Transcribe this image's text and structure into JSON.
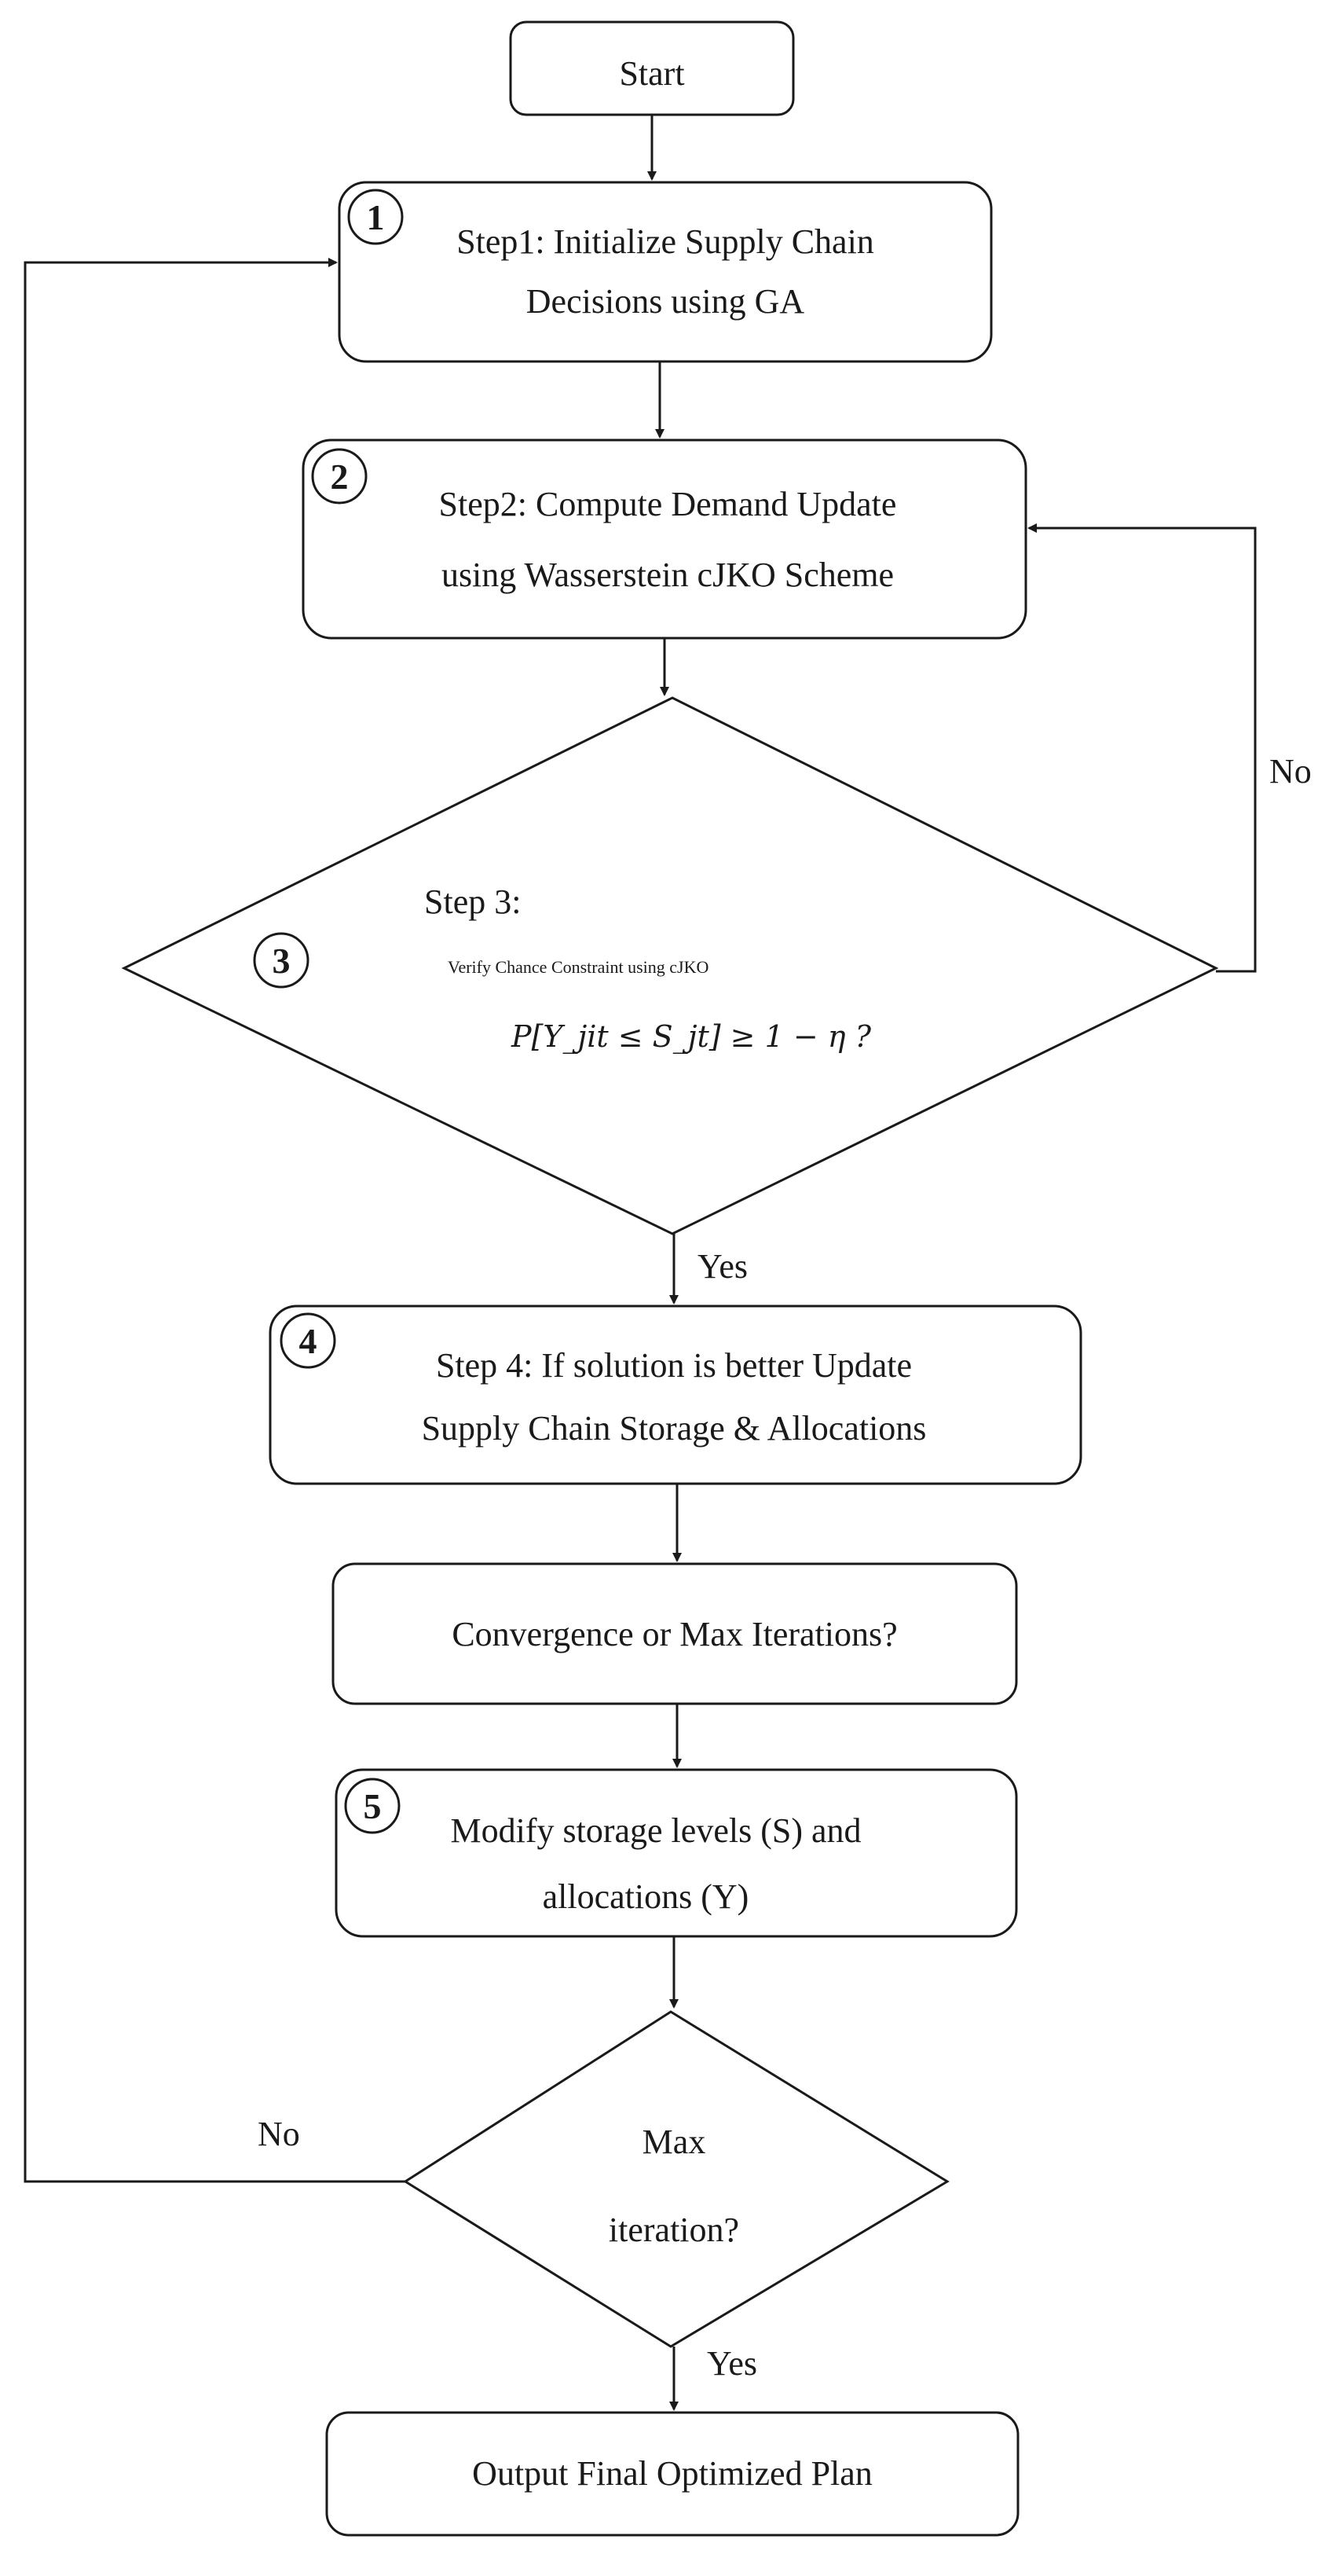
{
  "start_label": "Start",
  "step1": {
    "badge": "1",
    "line1": "Step1: Initialize Supply Chain",
    "line2": "Decisions using GA"
  },
  "step2": {
    "badge": "2",
    "line1": "Step2: Compute Demand Update",
    "line2": "using Wasserstein cJKO Scheme"
  },
  "step3": {
    "badge": "3",
    "title": "Step 3:",
    "subtitle": "Verify Chance Constraint using cJKO",
    "condition": "P[Y_jit ≤ S_jt] ≥ 1 − η ?"
  },
  "step3_no_label": "No",
  "step3_yes_label": "Yes",
  "step4": {
    "badge": "4",
    "line1": "Step 4: If solution is better Update",
    "line2": "Supply Chain Storage & Allocations"
  },
  "convergence_label": "Convergence or Max Iterations?",
  "step5": {
    "badge": "5",
    "line1": "Modify storage levels (S) and",
    "line2": "allocations (Y)"
  },
  "max_iter": {
    "line1": "Max",
    "line2": "iteration?"
  },
  "max_iter_no_label": "No",
  "max_iter_yes_label": "Yes",
  "output_label": "Output Final Optimized Plan"
}
